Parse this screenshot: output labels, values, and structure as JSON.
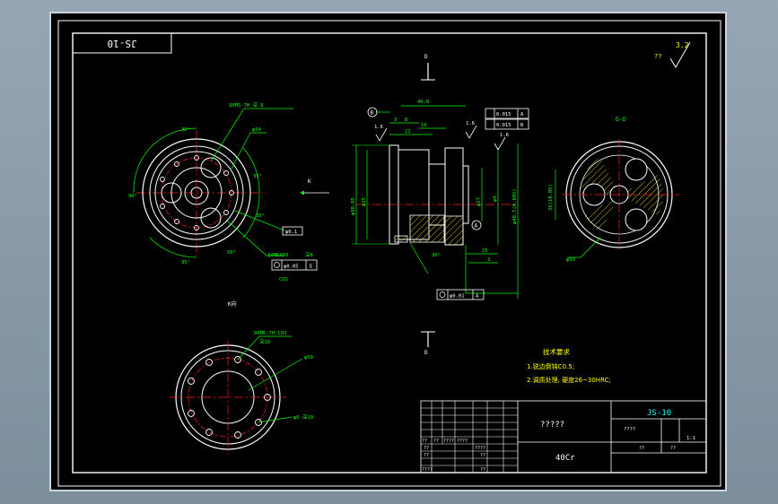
{
  "drawing": {
    "drawing_number": "JS-10",
    "roughness_default": "3.2",
    "roughness_other": "??",
    "section_label_top": "D",
    "section_label_bottom": "D",
    "section_view_title": "D-D",
    "view_k_title": "K向",
    "arrow_k": "K",
    "front_view": {
      "holes_note": "9XM5-7H 深 8",
      "dia_outer": "φ54",
      "angle_35_a": "35°",
      "angle_35_b": "35°",
      "angle_35_c": "35°",
      "angle_35_d": "35°",
      "angle_50": "50°",
      "angle_90": "90°",
      "tol_a": "φ0.1",
      "tol_b": "φ0.05",
      "hole_note2": "3XM6XD0",
      "depth_label": "深8",
      "tol_frame_val": "φ0.05",
      "tol_frame_datum": "E",
      "cos_label": "COS"
    },
    "side_view": {
      "dim_top": "46.8",
      "dim_8": "8",
      "dim_3": "3",
      "dim_10": "10",
      "dim_21": "21",
      "datum_b": "B",
      "datum_a": "A",
      "rough_a": "1.6",
      "rough_b": "1.6",
      "rough_c": "1.6",
      "frame1_val": "0.015",
      "frame1_datum": "A",
      "frame2_val": "0.015",
      "frame2_datum": "B",
      "dia_left_1": "φ90.05",
      "dia_left_2": "φ35",
      "dia_right_1": "φ48.5(0.005)",
      "dia_right_2": "φ27",
      "dia_right_3": "φ4",
      "dim_25": "25",
      "dim_3b": "3",
      "angle_30": "30°",
      "bottom_frame_val": "φ0.01",
      "bottom_frame_datum": "A"
    },
    "section_view": {
      "dim_vertical": "3X(10.05)",
      "dia_label": "φ59"
    },
    "k_view": {
      "note": "9XM6-7H COS",
      "note2": "深10",
      "dia_label": "φ50",
      "hole_label": "φ6 深10"
    },
    "notes": {
      "title": "技术要求",
      "line1": "1.锐边倒钝C0.5;",
      "line2": "2.调质处理, 硬度26~30HRC;"
    },
    "title_block": {
      "part_name": "?????",
      "material": "40Cr",
      "code": "JS-10",
      "cell_a": "????",
      "cell_b": "1:1",
      "small_cells": [
        "??",
        "??",
        "????",
        "????",
        "??",
        "????",
        "??",
        "??",
        "??",
        "??",
        "????",
        "??"
      ]
    }
  },
  "colors": {
    "background": "#000000",
    "frame": "#ffffff",
    "geometry": "#ffffff",
    "dimension": "#00ff00",
    "centerline": "#ff2020",
    "hatch": "#d4c21f",
    "text_yellow": "#ffff00",
    "text_cyan": "#00ffff"
  }
}
